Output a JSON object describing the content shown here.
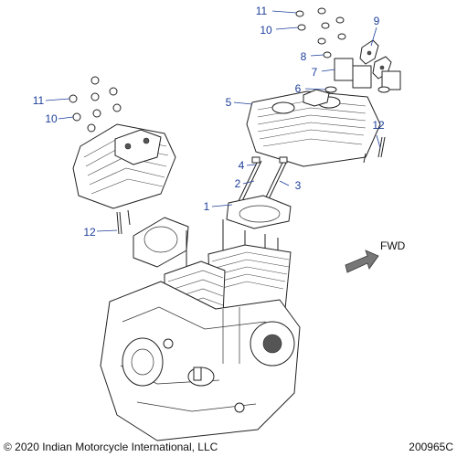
{
  "callouts": {
    "c1": "1",
    "c2": "2",
    "c3": "3",
    "c4": "4",
    "c5": "5",
    "c6": "6",
    "c7": "7",
    "c8": "8",
    "c9": "9",
    "c10a": "10",
    "c10b": "10",
    "c11a": "11",
    "c11b": "11",
    "c12a": "12",
    "c12b": "12"
  },
  "direction_label": "FWD",
  "copyright": "© 2020 Indian Motorcycle International, LLC",
  "figure_id": "200965C",
  "colors": {
    "callout": "#1d3f9a",
    "line": "#222222"
  }
}
